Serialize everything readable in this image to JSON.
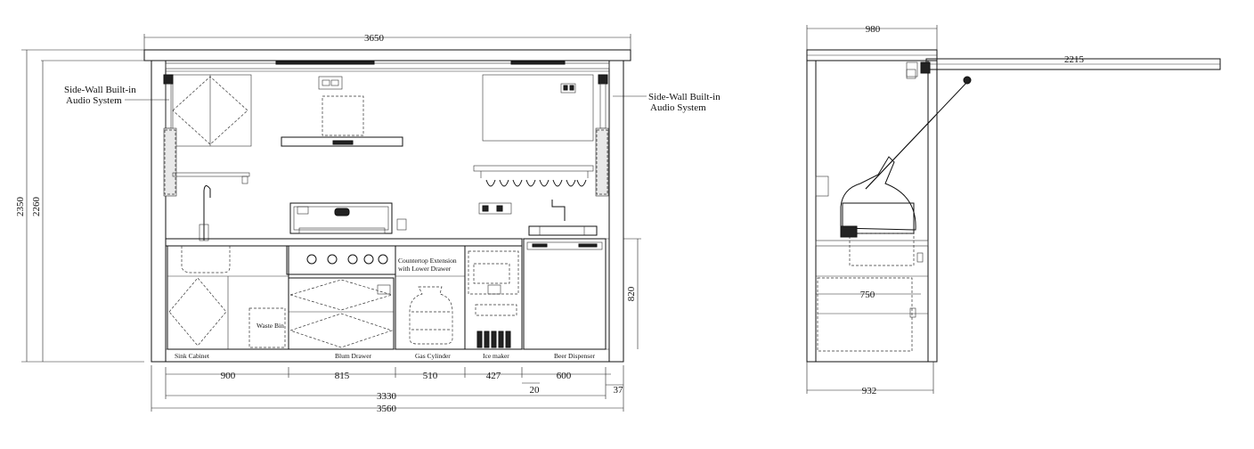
{
  "front_view": {
    "labels": {
      "audio_left": [
        "Side-Wall Built-in",
        "Audio System"
      ],
      "audio_right": [
        "Side-Wall Built-in",
        "Audio System"
      ],
      "countertop_extension": [
        "Countertop Extension",
        "with Lower Drawer"
      ],
      "waste_bin": "Waste Bin",
      "sink_cabinet": "Sink Cabinet",
      "blum_drawer": "Blum Drawer",
      "gas_cylinder": "Gas Cylinder",
      "ice_maker": "Ice maker",
      "beer_dispenser": "Beer Dispenser"
    },
    "dimensions": {
      "top_width": "3650",
      "total_height": "2350",
      "inner_height": "2260",
      "counter_height": "820",
      "sink_cabinet": "900",
      "blum_drawer": "815",
      "gas_cylinder": "510",
      "ice_maker": "427",
      "beer_dispenser": "600",
      "gap_20": "20",
      "right_37": "37",
      "inner_width": "3330",
      "overall_width": "3560"
    }
  },
  "side_view": {
    "dimensions": {
      "roof_depth": "980",
      "extension": "2215",
      "counter_depth": "750",
      "base_depth": "932"
    }
  }
}
